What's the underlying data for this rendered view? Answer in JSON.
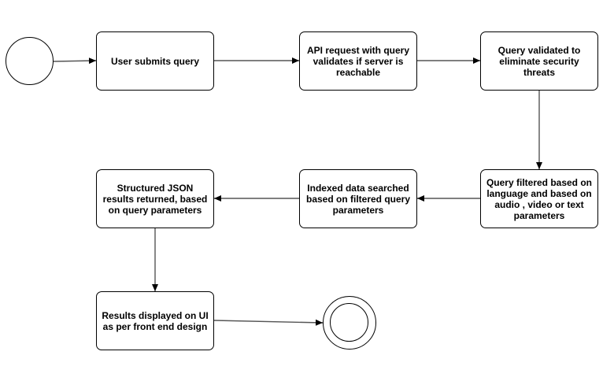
{
  "diagram": {
    "nodes": {
      "submit": {
        "label": "User submits query"
      },
      "api": {
        "label": "API request with query validates if server is reachable"
      },
      "validate": {
        "label": "Query validated to eliminate security threats"
      },
      "filter": {
        "label": "Query filtered based on language and based on audio , video or text parameters"
      },
      "search": {
        "label": "Indexed data searched based on filtered query parameters"
      },
      "results": {
        "label": "Structured JSON results returned, based on query parameters"
      },
      "display": {
        "label": "Results displayed on UI as per front end design"
      }
    },
    "edges": [
      {
        "from": "start",
        "to": "submit"
      },
      {
        "from": "submit",
        "to": "api"
      },
      {
        "from": "api",
        "to": "validate"
      },
      {
        "from": "validate",
        "to": "filter"
      },
      {
        "from": "filter",
        "to": "search"
      },
      {
        "from": "search",
        "to": "results"
      },
      {
        "from": "results",
        "to": "display"
      },
      {
        "from": "display",
        "to": "end"
      }
    ]
  }
}
